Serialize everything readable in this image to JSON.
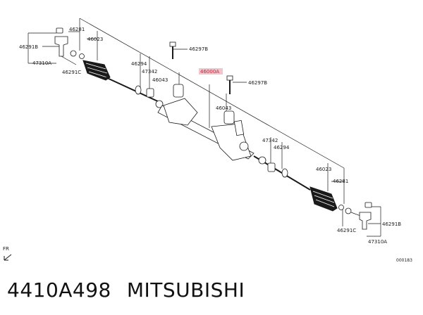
{
  "diagram": {
    "labels": {
      "l46281a": "46281",
      "l46023a": "46023",
      "l46291Ba": "46291B",
      "l47310Aa": "47310A",
      "l46291Ca": "46291C",
      "l46294a": "46294",
      "l47342a": "47342",
      "l46043a": "46043",
      "l46297Ba": "46297B",
      "l46000A": "46000A",
      "l46297Bb": "46297B",
      "l46043b": "46043",
      "l47342b": "47342",
      "l46294b": "46294",
      "l46023b": "46023",
      "l46281b": "46281",
      "l46291Cb": "46291C",
      "l46291Bb": "46291B",
      "l47310Ab": "47310A"
    },
    "fr_label": "FR",
    "ref_code": "000183"
  },
  "caption": {
    "part_number": "4410A498",
    "brand": "MITSUBISHI"
  },
  "colors": {
    "highlight": "#f2c4cc",
    "highlight_text": "#c0283c"
  }
}
